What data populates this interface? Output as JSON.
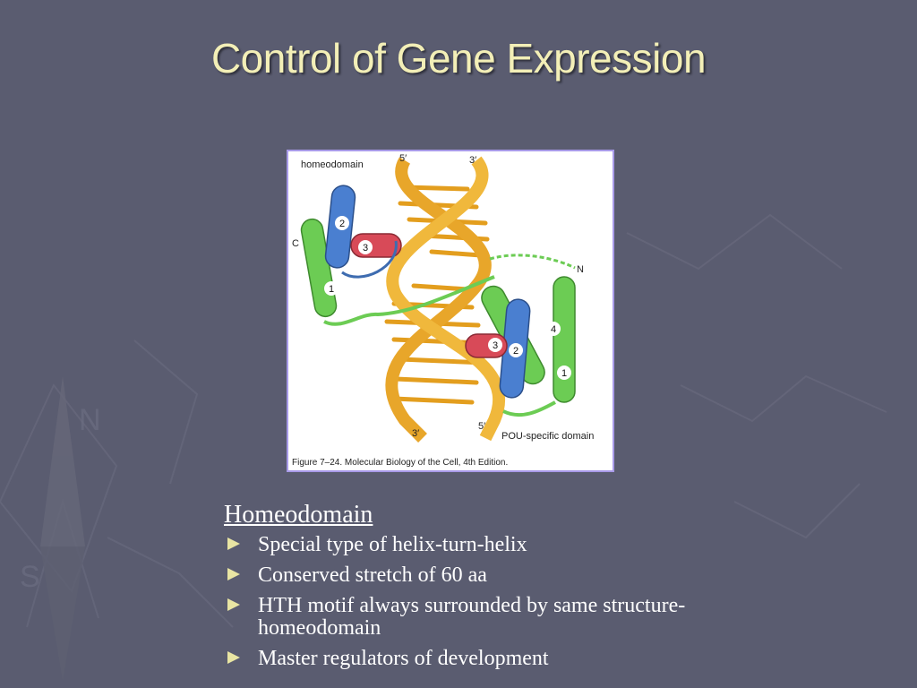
{
  "slide": {
    "title": "Control of Gene Expression"
  },
  "figure": {
    "label_homeodomain": "homeodomain",
    "label_5prime_top": "5′",
    "label_3prime_top": "3′",
    "label_c": "C",
    "label_n": "N",
    "label_5prime_bottom": "5′",
    "label_3prime_bottom": "3′",
    "label_pou": "POU-specific domain",
    "caption": "Figure 7–24. Molecular Biology of the Cell, 4th Edition.",
    "helix_numbers_left": [
      "2",
      "3",
      "1"
    ],
    "helix_numbers_right": [
      "3",
      "2",
      "4",
      "1"
    ],
    "colors": {
      "dna": "#e8a62a",
      "helix_green": "#6ccc54",
      "helix_blue": "#4a7fd0",
      "helix_red": "#d84a58"
    }
  },
  "content": {
    "subheading": "Homeodomain",
    "bullets": [
      "Special type of helix-turn-helix",
      "Conserved stretch of 60 aa",
      "HTH motif always surrounded by same structure- homeodomain",
      "Master regulators of development"
    ],
    "bullet_icon": "triangle-bullet-icon",
    "colors": {
      "title": "#f3efb7",
      "bullet": "#e9e5a3",
      "background": "#5a5c70"
    }
  }
}
